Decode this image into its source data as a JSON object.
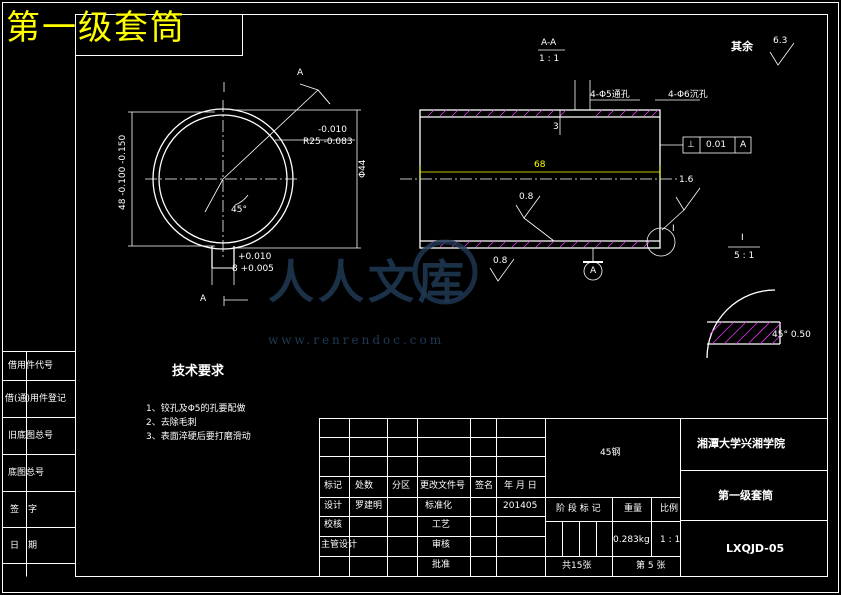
{
  "title": "第一级套筒",
  "section": {
    "name": "A-A",
    "scale": "1 : 1"
  },
  "surface": {
    "label": "其余",
    "roughness": "6.3"
  },
  "left_view": {
    "view_mark": "A",
    "tol_upper": "-0.010",
    "tol_lower": "R25 -0.083",
    "dia_mark": "Φ44",
    "side_dim": "48 -0.100 -0.150",
    "angle": "45°",
    "key_upper": "+0.010",
    "key_lower": "8 +0.005"
  },
  "section_view": {
    "hole_note1": "4-Φ5通孔",
    "hole_note2": "4-Φ6沉孔",
    "length": "68",
    "dim_small": "3",
    "perp_symbol": "⊥",
    "perp_value": "0.01",
    "perp_datum": "A",
    "rough1": "0.8",
    "rough2": "0.8",
    "rough3": "1.6",
    "datum": "A",
    "detail_mark": "I"
  },
  "detail": {
    "mark": "I",
    "scale": "5 : 1",
    "chamfer": "45° 0.50"
  },
  "watermark": {
    "brand": "人人文库",
    "url": "www.renrendoc.com"
  },
  "tech": {
    "title": "技术要求",
    "items": [
      "1、铰孔及Φ5的孔要配做",
      "2、去除毛刺",
      "3、表面淬硬后要打磨滑动"
    ]
  },
  "left_strip": [
    "借用件代号",
    "借(通)用件登记",
    "旧底图总号",
    "底图总号",
    "签　字",
    "日　期"
  ],
  "title_block": {
    "material": "45钢",
    "school": "湘潭大学兴湘学院",
    "part_name": "第一级套筒",
    "drawing_no": "LXQJD-05",
    "headers": [
      "标记",
      "处数",
      "分区",
      "更改文件号",
      "签名",
      "年 月 日"
    ],
    "rows": [
      {
        "label": "设计",
        "name": "罗建明",
        "std": "标准化",
        "date": "201405"
      },
      {
        "label": "校核",
        "std": "工艺"
      },
      {
        "label": "主管设计",
        "std": "审核"
      },
      {
        "std": "批准"
      }
    ],
    "stage_label": "阶 段 标 记",
    "weight_label": "重量",
    "ratio_label": "比例",
    "weight": "0.283kg",
    "ratio": "1 : 1",
    "sheets_total": "共15张",
    "sheet_no": "第 5 张"
  }
}
